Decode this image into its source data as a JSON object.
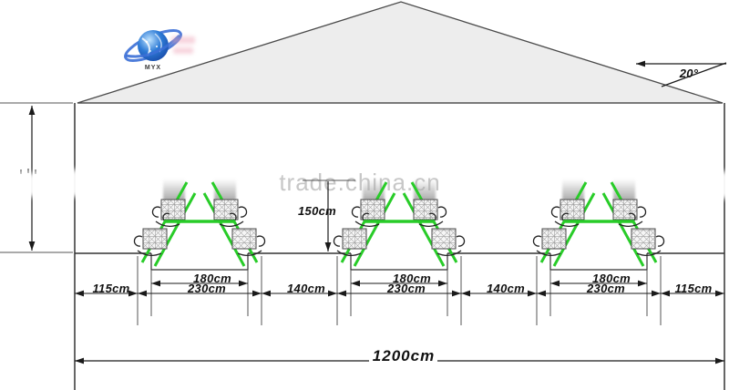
{
  "watermark": "trade.china.cn",
  "logo": {
    "caption": "MYX"
  },
  "roof": {
    "angle_label": "20°"
  },
  "dimensions": {
    "cage_height": "150cm",
    "side_aisle": "115cm",
    "center_aisle": "140cm",
    "cage_top_width": "180cm",
    "cage_base_width": "230cm",
    "total_width": "1200cm"
  },
  "cages": {
    "count": 3,
    "tiers_per_side": 2
  },
  "colors": {
    "frame_green": "#28cc28",
    "roof_fill": "#ededed",
    "line": "#333333",
    "watermark_gray": "#c7c7c7",
    "globe_blue": "#2e7bd6"
  }
}
